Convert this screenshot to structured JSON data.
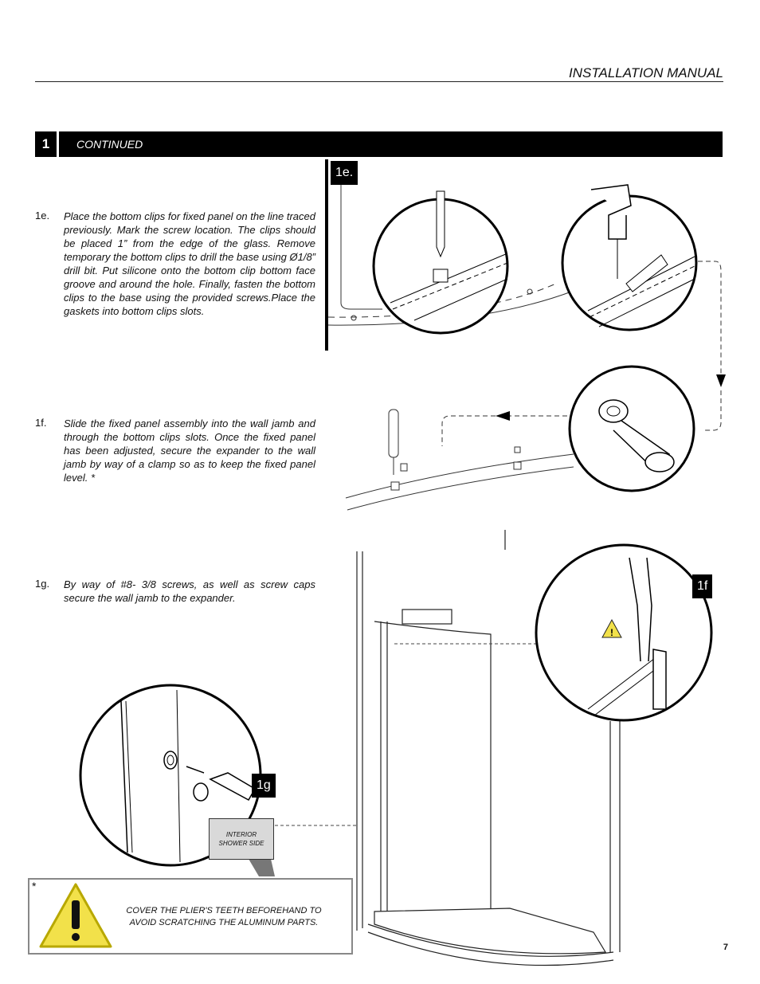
{
  "header": {
    "title": "INSTALLATION MANUAL"
  },
  "section": {
    "number": "1",
    "label": "CONTINUED"
  },
  "steps": [
    {
      "id": "1e.",
      "text": "Place the bottom clips for fixed panel on the line traced previously. Mark the screw location. The clips should be placed 1” from the edge of the glass. Remove temporary the bottom clips to drill the base using Ø1/8” drill bit. Put silicone onto the bottom clip bottom face groove and around the hole. Finally, fasten the bottom clips to the base using the provided screws.Place the gaskets into bottom clips slots."
    },
    {
      "id": "1f.",
      "text": "Slide the fixed panel assembly into the wall jamb and through the bottom clips slots. Once the fixed panel has been adjusted, secure the expander to the wall jamb by way of a clamp so as to keep the fixed panel level. *"
    },
    {
      "id": "1g.",
      "text": "By way of #8- 3/8 screws, as well as screw caps secure the wall jamb to the expander."
    }
  ],
  "figure_tags": {
    "fig_1e": "1e.",
    "fig_1f": "1f",
    "fig_1g": "1g"
  },
  "callout": {
    "interior_line1": "INTERIOR",
    "interior_line2": "SHOWER SIDE"
  },
  "warning": {
    "marker": "*",
    "text_line1": "COVER THE PLIER'S TEETH BEFOREHAND TO",
    "text_line2": "AVOID SCRATCHING THE ALUMINUM PARTS.",
    "icon": "warning-icon",
    "icon_color": "#f2e14a"
  },
  "page_number": "7"
}
